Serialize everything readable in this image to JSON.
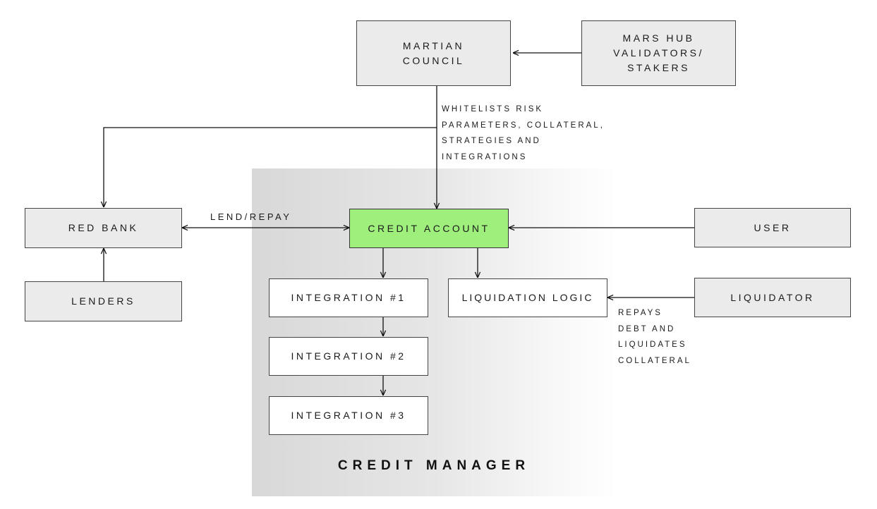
{
  "diagram": {
    "region_label": "CREDIT MANAGER",
    "nodes": {
      "martian_council": [
        "MARTIAN",
        "COUNCIL"
      ],
      "validators": [
        "MARS HUB",
        "VALIDATORS/",
        "STAKERS"
      ],
      "red_bank": "RED BANK",
      "lenders": "LENDERS",
      "credit_account": "CREDIT ACCOUNT",
      "user": "USER",
      "integration_1": "INTEGRATION #1",
      "integration_2": "INTEGRATION #2",
      "integration_3": "INTEGRATION #3",
      "liquidation_logic": "LIQUIDATION LOGIC",
      "liquidator": "LIQUIDATOR"
    },
    "edge_labels": {
      "whitelists": [
        "WHITELISTS RISK",
        "PARAMETERS, COLLATERAL,",
        "STRATEGIES AND",
        "INTEGRATIONS"
      ],
      "lend_repay": "LEND/REPAY",
      "repays": [
        "REPAYS",
        "DEBT AND",
        "LIQUIDATES",
        "COLLATERAL"
      ]
    }
  },
  "colors": {
    "accent": "#9eef7c",
    "box_fill": "#ebebeb",
    "line": "#111111"
  }
}
